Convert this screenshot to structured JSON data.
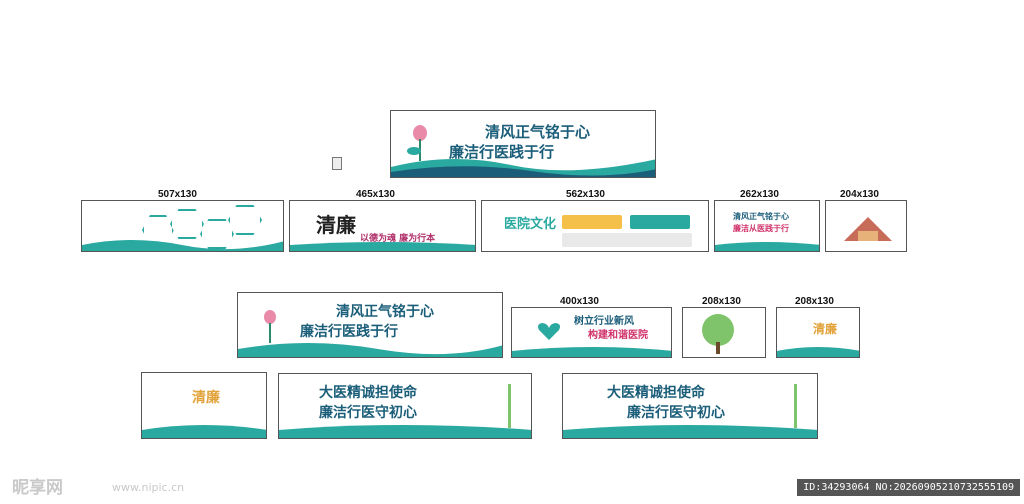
{
  "panels": {
    "top": {
      "line1": "清风正气铭于心",
      "line2": "廉洁行医践于行"
    },
    "r1_1": {
      "size": "507x130"
    },
    "r1_2": {
      "size": "465x130",
      "calligraphy": "清廉",
      "sub": "以德为魂 廉为行本"
    },
    "r1_3": {
      "size": "562x130",
      "title": "医院文化"
    },
    "r1_4": {
      "size": "262x130",
      "line1": "清风正气铭于心",
      "line2": "廉洁从医践于行"
    },
    "r1_5": {
      "size": "204x130"
    },
    "r2_1": {
      "line1": "清风正气铭于心",
      "line2": "廉洁行医践于行"
    },
    "r2_2": {
      "size": "400x130",
      "line1": "树立行业新风",
      "line2": "构建和谐医院"
    },
    "r2_3": {
      "size": "208x130"
    },
    "r2_4": {
      "size": "208x130",
      "text": "清廉"
    },
    "r3_1": {
      "text": "清廉"
    },
    "r3_2": {
      "line1": "大医精诚担使命",
      "line2": "廉洁行医守初心"
    },
    "r3_3": {
      "line1": "大医精诚担使命",
      "line2": "廉洁行医守初心"
    }
  },
  "footer": {
    "brand": "昵享网",
    "url": "www.nipic.cn",
    "id": "ID:34293064 NO:20260905210732555109"
  }
}
